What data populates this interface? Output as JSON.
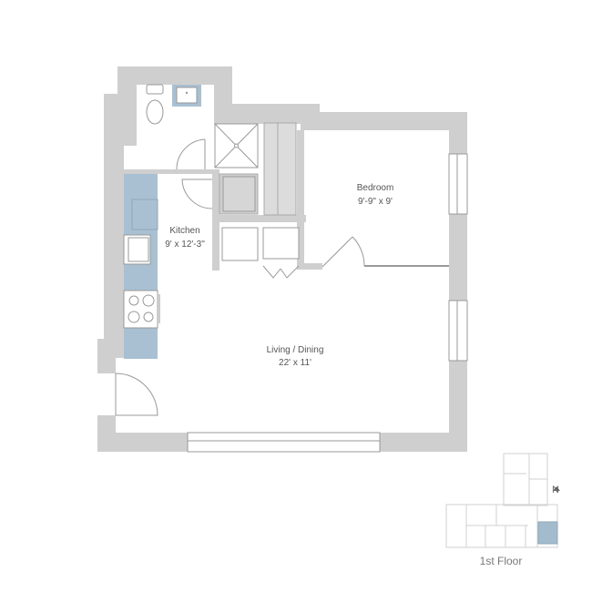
{
  "rooms": {
    "bedroom": {
      "name": "Bedroom",
      "size": "9'-9\" x 9'"
    },
    "kitchen": {
      "name": "Kitchen",
      "size": "9' x 12'-3\""
    },
    "living": {
      "name": "Living / Dining",
      "size": "22' x 11'"
    }
  },
  "keyplan": {
    "floor_label": "1st Floor",
    "north_label": "N"
  },
  "colors": {
    "wall": "#cfcfcf",
    "fixture_blue": "#a9c0d2",
    "closet": "#dcdcdc",
    "line": "#9a9a9a",
    "highlight": "#a3bccd"
  }
}
